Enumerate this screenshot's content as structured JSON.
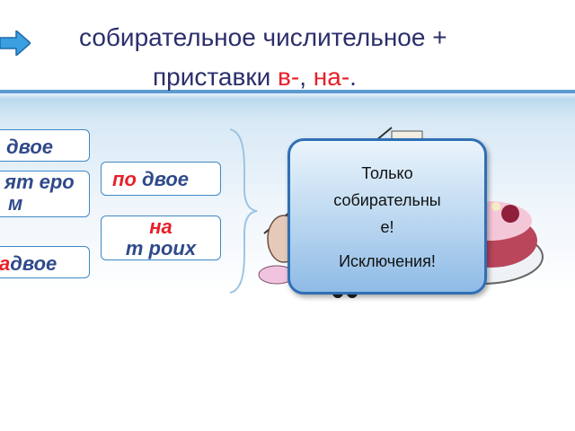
{
  "title": {
    "line1": "собирательное числительное +",
    "line2_prefix": "приставки ",
    "line2_v": "в-",
    "line2_sep": ", ",
    "line2_na": "на-",
    "line2_end": "."
  },
  "boxes": {
    "left1": "двое",
    "left2_line1": "ят еро",
    "left2_line2": "м",
    "left3_prefix": "а",
    "left3_word": "двое",
    "right1_prefix": "по",
    "right1_word": " двое",
    "right2_prefix": "на",
    "right2_word": "т роих"
  },
  "callout": {
    "line1": "Только",
    "line2": "собирательны",
    "line3": "е!",
    "line4": "Исключения!"
  },
  "colors": {
    "title": "#2b2f6b",
    "accent_red": "#e8202a",
    "box_text": "#2f4a8a",
    "box_border": "#3f88c5",
    "band": "#bcd9ee"
  },
  "icons": {
    "nav_arrow": "arrow-right-icon",
    "illustration": "birthday-cake-illustration"
  }
}
